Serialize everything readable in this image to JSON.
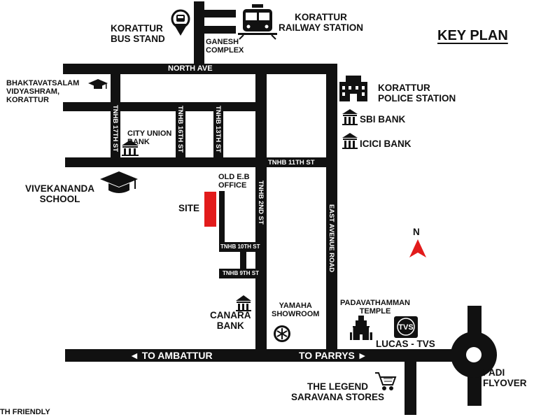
{
  "title": "KEY PLAN",
  "north_label": "N",
  "places": {
    "bus_stand": "KORATTUR\nBUS STAND",
    "railway": "KORATTUR\nRAILWAY STATION",
    "ganesh": "GANESH\nCOMPLEX",
    "school1": "BHAKTAVATSALAM\nVIDYASHRAM,\nKORATTUR",
    "police": "KORATTUR\nPOLICE STATION",
    "sbi": "SBI BANK",
    "icici": "ICICI BANK",
    "city_union": "CITY UNION\nBANK",
    "vivekananda": "VIVEKANANDA\nSCHOOL",
    "old_eb": "OLD E.B\nOFFICE",
    "site": "SITE",
    "canara": "CANARA\nBANK",
    "yamaha": "YAMAHA\nSHOWROOM",
    "temple": "PADAVATHAMMAN\nTEMPLE",
    "tvs": "LUCAS - TVS",
    "legend": "THE LEGEND\nSARAVANA STORES",
    "flyover": "PADI\nFLYOVER",
    "footer": "TH FRIENDLY"
  },
  "roads": {
    "north_ave": "NORTH AVE",
    "tnhb17": "TNHB 17TH ST",
    "tnhb16": "TNHB 16TH ST",
    "tnhb13": "TNHB 13TH ST",
    "tnhb11": "TNHB 11TH ST",
    "tnhb2": "TNHB 2ND ST",
    "tnhb10": "TNHB 10TH ST",
    "tnhb9": "TNHB 9TH ST",
    "east_ave": "EAST AVENUE ROAD",
    "ambattur": "◄ TO AMBATTUR",
    "parrys": "TO PARRYS ►",
    "tvs_logo": "TVS"
  },
  "colors": {
    "road": "#111111",
    "site": "#e21b1b",
    "north": "#e21b1b",
    "background": "#ffffff"
  }
}
